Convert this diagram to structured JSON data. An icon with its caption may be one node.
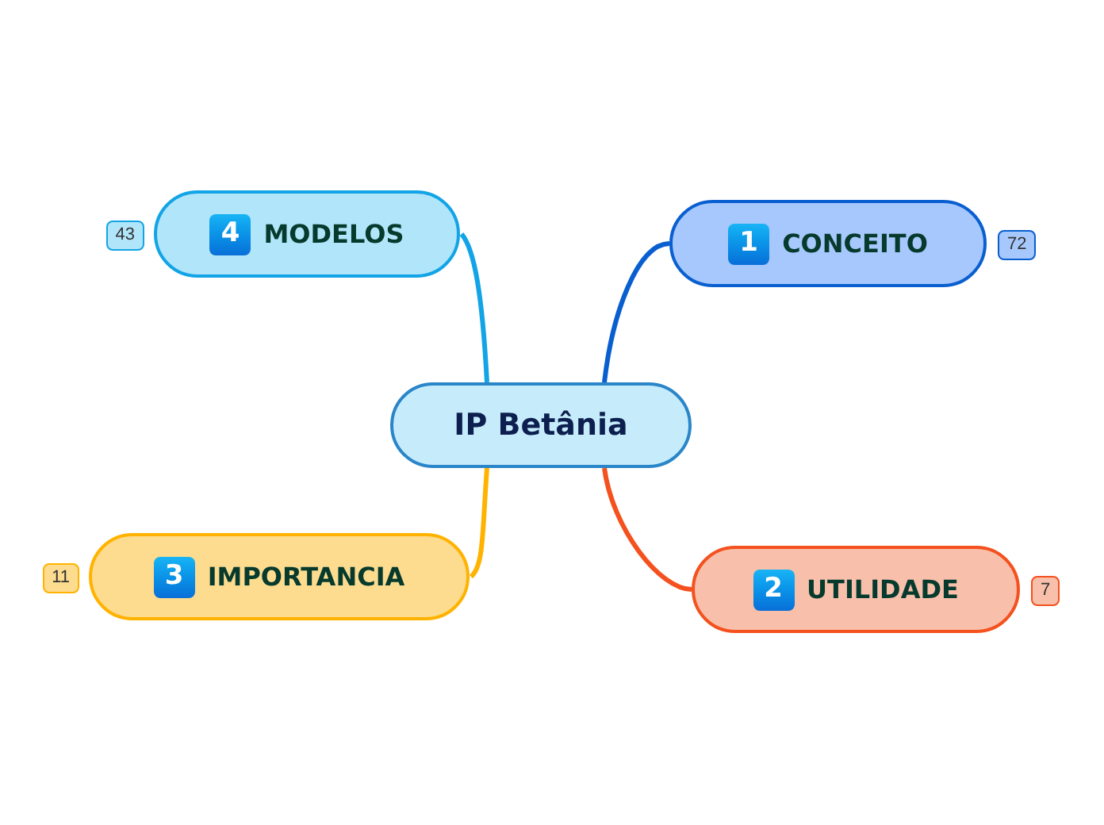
{
  "diagram": {
    "nodes": [
      {
        "text": [
          "IP Betânia"
        ]
      },
      {
        "text": [
          "1",
          "CONCEITO"
        ],
        "beside": [
          "72"
        ]
      },
      {
        "text": [
          "2",
          "UTILIDADE"
        ],
        "beside": [
          "7"
        ]
      },
      {
        "text": [
          "3",
          "IMPORTANCIA"
        ],
        "beside": [
          "11"
        ]
      },
      {
        "text": [
          "4",
          "MODELOS"
        ],
        "beside": [
          "43"
        ]
      }
    ],
    "edges": [
      {
        "from": 0,
        "to": 1,
        "arrow": "none",
        "color": "#0a5fd0"
      },
      {
        "from": 0,
        "to": 2,
        "arrow": "none",
        "color": "#f4511e"
      },
      {
        "from": 0,
        "to": 3,
        "arrow": "none",
        "color": "#ffb300"
      },
      {
        "from": 0,
        "to": 4,
        "arrow": "none",
        "color": "#12a4e6"
      }
    ]
  }
}
